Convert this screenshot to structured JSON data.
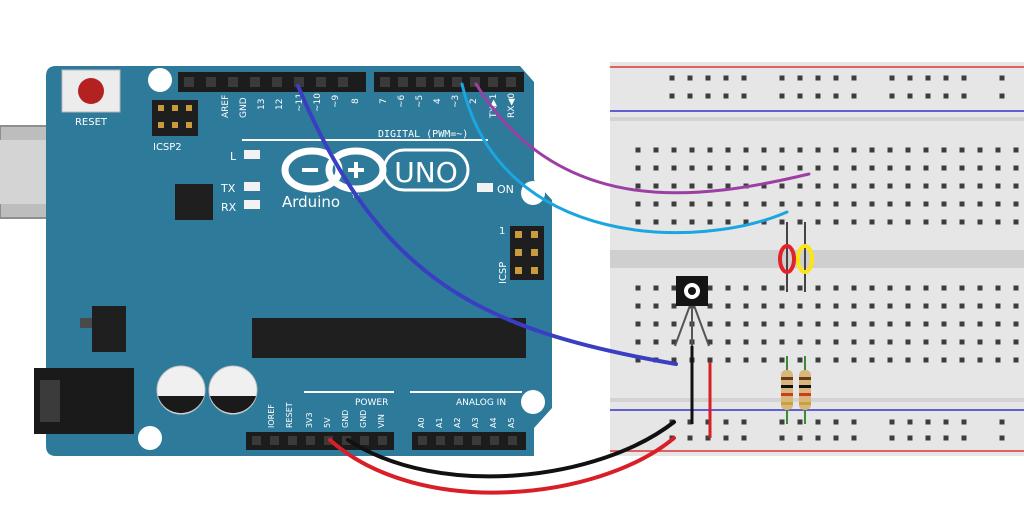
{
  "board": {
    "reset_label": "RESET",
    "icsp2_label": "ICSP2",
    "icsp_label": "ICSP",
    "icsp_pin1": "1",
    "led_l_label": "L",
    "led_tx_label": "TX",
    "led_rx_label": "RX",
    "on_label": "ON",
    "uno_label": "UNO",
    "brand_label": "Arduino",
    "tm_label": "TM",
    "digital_label": "DIGITAL (PWM=~)",
    "power_label": "POWER",
    "analog_label": "ANALOG IN",
    "digital_left_pins": [
      "AREF",
      "GND",
      "13",
      "12",
      "~11",
      "~10",
      "~9",
      "8"
    ],
    "digital_right_pins": [
      "7",
      "~6",
      "~5",
      "4",
      "~3",
      "2",
      "TX▶1",
      "RX◀0"
    ],
    "power_pins": [
      "IOREF",
      "RESET",
      "3V3",
      "5V",
      "GND",
      "GND",
      "VIN"
    ],
    "analog_pins": [
      "A0",
      "A1",
      "A2",
      "A3",
      "A4",
      "A5"
    ]
  },
  "colors": {
    "board": "#2d7a9a",
    "wire_blue": "#3a3fc2",
    "wire_cyan": "#1aa6e0",
    "wire_purple": "#9b3fa3",
    "wire_black": "#111111",
    "wire_red": "#d81e26",
    "led_red": "#e2232a",
    "led_yellow": "#ffe414"
  }
}
